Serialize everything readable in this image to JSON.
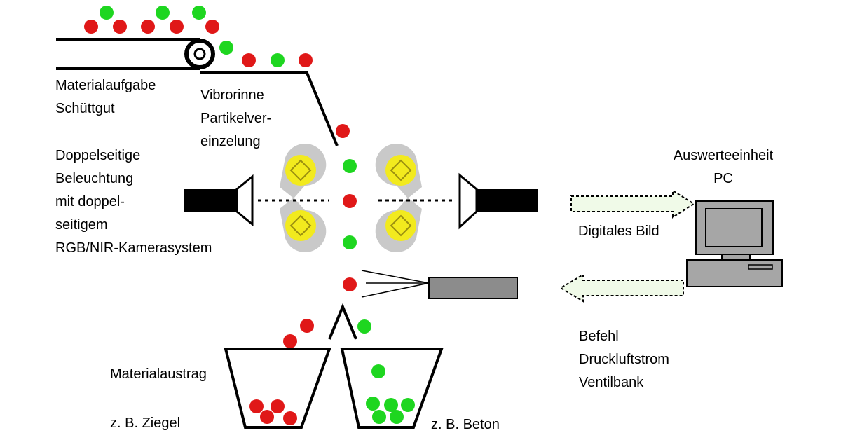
{
  "colors": {
    "red_particle": "#e01818",
    "green_particle": "#1ed620",
    "camera_body": "#000000",
    "lamp_bulb": "#f2ea1e",
    "lamp_glass": "#c9c9c9",
    "valve_bank": "#8c8c8c",
    "arrow_fill": "#f0fae8",
    "computer_body": "#a6a6a6"
  },
  "labels": {
    "feed": [
      "Materialaufgabe",
      "Schüttgut"
    ],
    "vibro": [
      "Vibrorinne",
      "Partikelver-",
      "einzelung"
    ],
    "lighting": [
      "Doppelseitige",
      "Beleuchtung",
      "mit doppel-",
      "seitigem",
      "RGB/NIR-Kamerasystem"
    ],
    "evaluation": [
      "Auswerteeinheit",
      "PC"
    ],
    "digital_image": "Digitales Bild",
    "command": [
      "Befehl",
      "Druckluftstrom",
      "Ventilbank"
    ],
    "discharge": "Materialaustrag",
    "example_left": "z. B. Ziegel",
    "example_right": "z. B. Beton"
  },
  "icons": {
    "camera": "camera-icon",
    "lamp": "lamp-icon",
    "computer": "computer-icon",
    "valve": "valve-bank-icon",
    "arrow": "block-arrow-icon"
  }
}
